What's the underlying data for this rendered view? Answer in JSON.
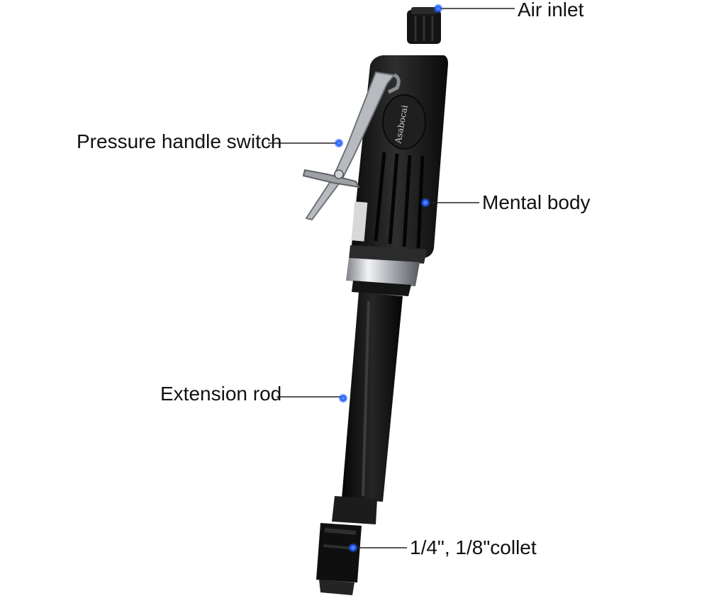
{
  "product": {
    "brand_mark": "Asabocai"
  },
  "callouts": {
    "air_inlet": "Air inlet",
    "pressure_handle_switch": "Pressure handle switch",
    "metal_body": "Mental body",
    "extension_rod": "Extension rod",
    "collet": "1/4\", 1/8\"collet"
  },
  "colors": {
    "background": "#ffffff",
    "leader_line": "#222222",
    "marker_dot": "#1e5bff",
    "tool_body": "#1a1a1a",
    "chrome": "#c9ccd0"
  }
}
